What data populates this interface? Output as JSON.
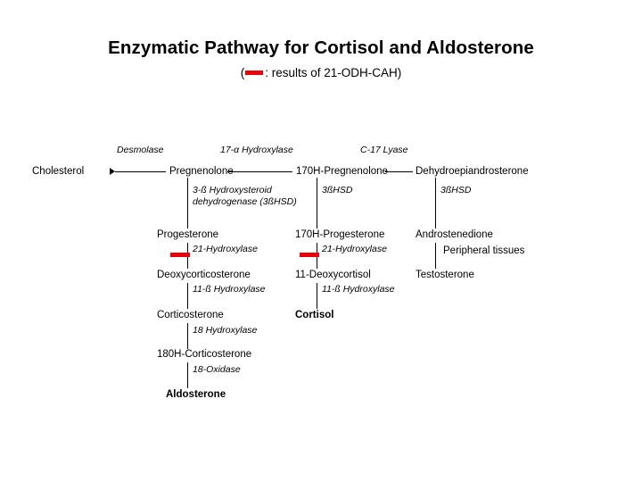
{
  "header": {
    "title": "Enzymatic Pathway for Cortisol and Aldosterone",
    "legend_prefix": "(",
    "legend_icon": "red-bar-icon",
    "legend_text": ": results of 21-ODH-CAH)",
    "legend_color": "#E8000B"
  },
  "diagram": {
    "type": "pathway-flowchart",
    "nodes": [
      {
        "id": "cholesterol",
        "label": "Cholesterol"
      },
      {
        "id": "pregnenolone",
        "label": "Pregnenolone"
      },
      {
        "id": "17oh-pregnenolone",
        "label": "170H-Pregnenolone"
      },
      {
        "id": "dhea",
        "label": "Dehydroepiandrosterone"
      },
      {
        "id": "progesterone",
        "label": "Progesterone"
      },
      {
        "id": "17oh-progesterone",
        "label": "170H-Progesterone"
      },
      {
        "id": "androstenedione",
        "label": "Androstenedione"
      },
      {
        "id": "deoxycorticosterone",
        "label": "Deoxycorticosterone"
      },
      {
        "id": "11-deoxycortisol",
        "label": "11-Deoxycortisol"
      },
      {
        "id": "testosterone",
        "label": "Testosterone"
      },
      {
        "id": "corticosterone",
        "label": "Corticosterone"
      },
      {
        "id": "cortisol",
        "label": "Cortisol",
        "bold": true
      },
      {
        "id": "18oh-corticosterone",
        "label": "180H-Corticosterone"
      },
      {
        "id": "aldosterone",
        "label": "Aldosterone",
        "bold": true
      }
    ],
    "enzymes": [
      {
        "id": "desmolase",
        "label": "Desmolase"
      },
      {
        "id": "17a-hydroxylase",
        "label": "17-α Hydroxylase"
      },
      {
        "id": "c17-lyase",
        "label": "C-17 Lyase"
      },
      {
        "id": "3b-hsd-full-line1",
        "label": "3-ß Hydroxysteroid"
      },
      {
        "id": "3b-hsd-full-line2",
        "label": "dehydrogenase (3ßHSD)"
      },
      {
        "id": "3b-hsd-mid",
        "label": "3ßHSD"
      },
      {
        "id": "3b-hsd-right",
        "label": "3ßHSD"
      },
      {
        "id": "21-hydroxylase-left",
        "label": "21-Hydroxylase"
      },
      {
        "id": "21-hydroxylase-mid",
        "label": "21-Hydroxylase"
      },
      {
        "id": "peripheral-tissues",
        "label": "Peripheral tissues"
      },
      {
        "id": "11b-hydroxylase-left",
        "label": "11-ß Hydroxylase"
      },
      {
        "id": "11b-hydroxylase-mid",
        "label": "11-ß Hydroxylase"
      },
      {
        "id": "18-hydroxylase",
        "label": "18 Hydroxylase"
      },
      {
        "id": "18-oxidase",
        "label": "18-Oxidase"
      }
    ],
    "blocked_steps": [
      {
        "id": "block-21-hydroxylase-left",
        "enzyme": "21-Hydroxylase"
      },
      {
        "id": "block-21-hydroxylase-mid",
        "enzyme": "21-Hydroxylase"
      }
    ]
  }
}
